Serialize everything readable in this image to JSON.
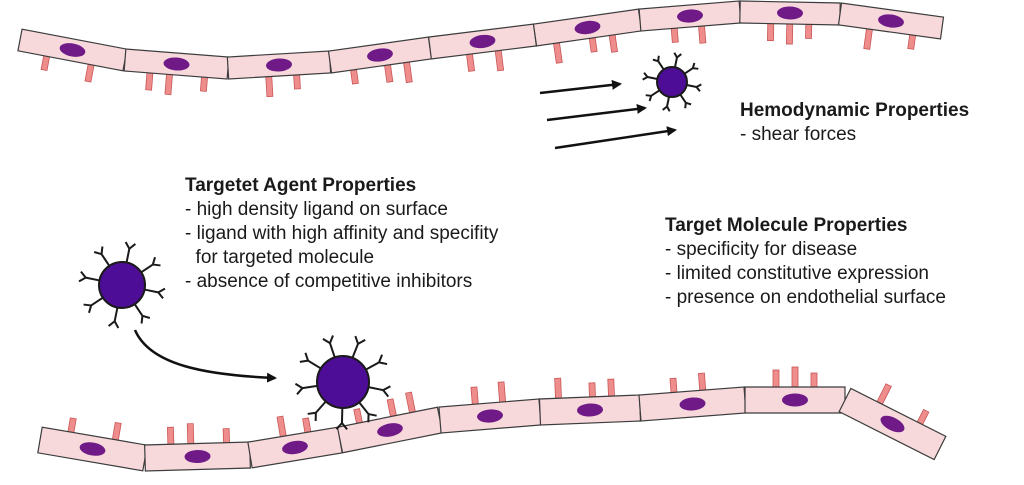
{
  "colors": {
    "cell_fill": "#f7d9dc",
    "cell_stroke": "#3c3c3c",
    "nucleus": "#6f1a86",
    "receptor_fill": "#ef8d8d",
    "receptor_stroke": "#c85656",
    "agent_fill": "#4e0d96",
    "agent_stroke": "#1a1a1a",
    "ligand": "#1a1a1a",
    "arrow": "#111111"
  },
  "icons": {
    "endothelial_cell": "endothelial-cell-icon",
    "nucleus": "nucleus-icon",
    "receptor": "receptor-icon",
    "targeted_agent": "targeted-agent-icon",
    "ligand": "ligand-icon",
    "flow_arrow": "flow-arrow-icon"
  },
  "hemodynamic": {
    "title": "Hemodynamic Properties",
    "items": [
      "- shear forces"
    ]
  },
  "agent": {
    "title": "Targetet Agent Properties",
    "items": [
      "- high density ligand on surface",
      "- ligand with high affinity and specifity",
      "  for targeted molecule",
      "- absence  of competitive inhibitors"
    ]
  },
  "target": {
    "title": "Target Molecule Properties",
    "items": [
      "- specificity for disease",
      "- limited constitutive expression",
      "- presence on endothelial surface"
    ]
  }
}
